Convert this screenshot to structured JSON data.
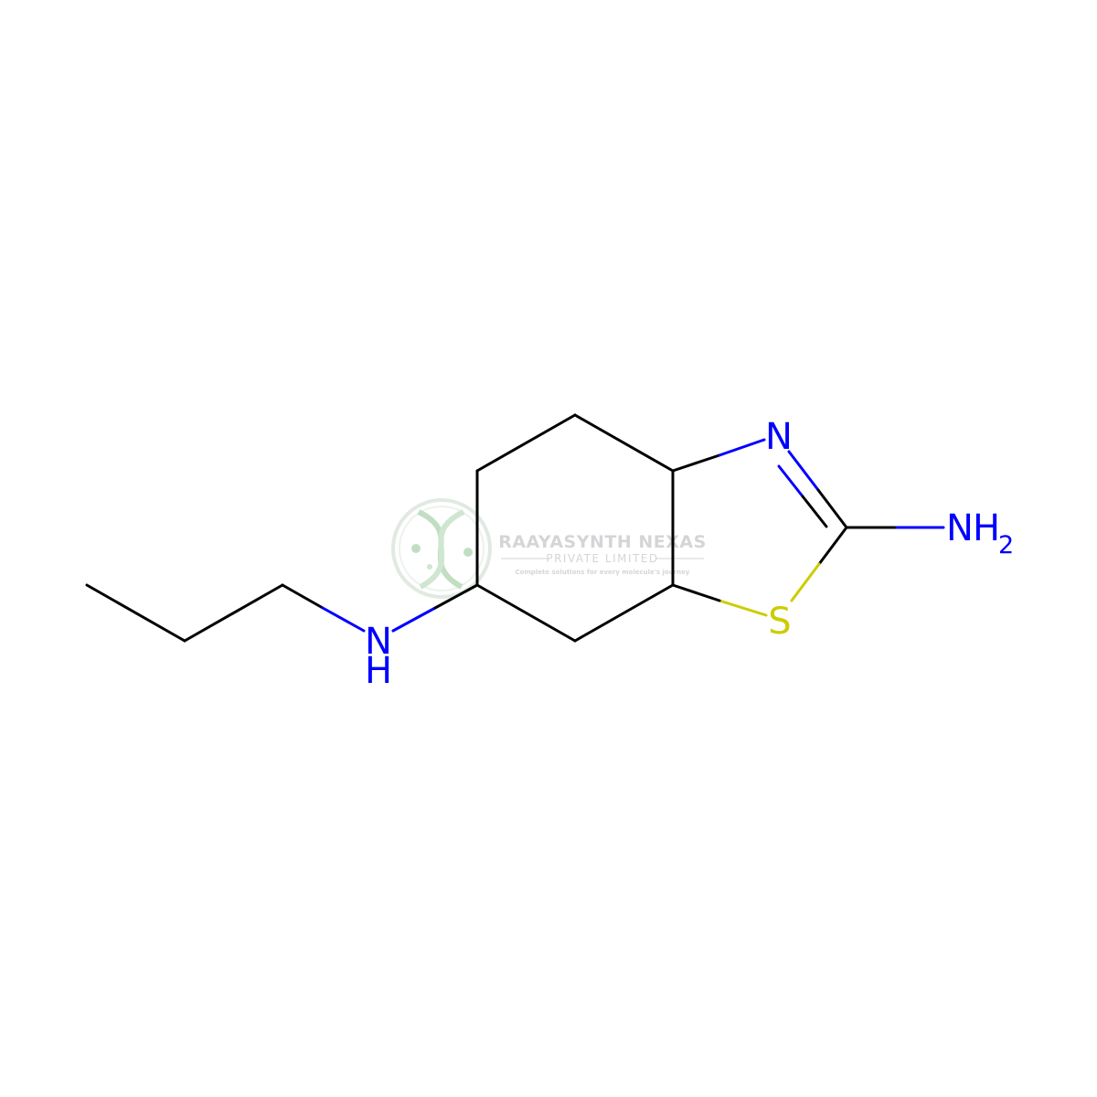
{
  "molecule": {
    "atoms": {
      "ring_nitrogen": "N",
      "amine_n": "N",
      "amine_h2": "H",
      "amine_h2_subscript": "2",
      "secondary_amine_n": "N",
      "secondary_amine_h": "H",
      "sulfur": "S"
    },
    "colors": {
      "bond": "#000000",
      "nitrogen": "#0000FF",
      "sulfur": "#CCCC00"
    }
  },
  "watermark": {
    "company_name": "RAAYASYNTH NEXAS",
    "company_type": "PRIVATE LIMITED",
    "tagline": "Complete solutions for every molecule's journey",
    "colors": {
      "text": "#B8BCC0",
      "logo": "#9CCB9F"
    }
  }
}
